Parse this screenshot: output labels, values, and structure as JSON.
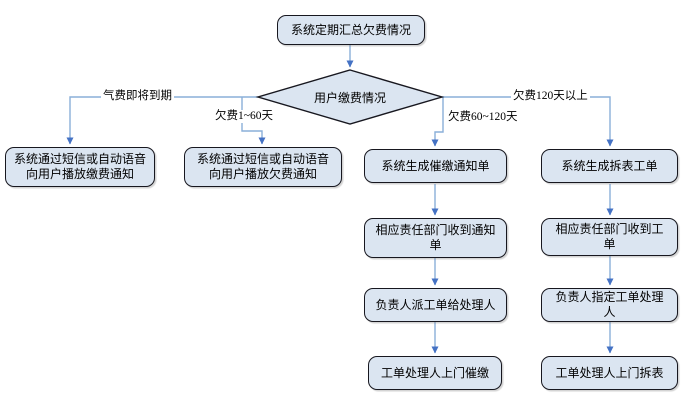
{
  "diagram": {
    "start": "系统定期汇总欠费情况",
    "decision": "用户缴费情况",
    "branch_labels": {
      "expiring": "气费即将到期",
      "days_1_60": "欠费1~60天",
      "days_60_120": "欠费60~120天",
      "days_120_plus": "欠费120天以上"
    },
    "nodes": {
      "notify_payment": "系统通过短信或自动语音向用户播放缴费通知",
      "notify_arrears": "系统通过短信或自动语音向用户播放欠费通知",
      "gen_reminder_notice": "系统生成催缴通知单",
      "dept_receive_notice": "相应责任部门收到通知单",
      "assign_order_to_handler": "负责人派工单给处理人",
      "handler_door_urge": "工单处理人上门催缴",
      "gen_removal_order": "系统生成拆表工单",
      "dept_receive_order": "相应责任部门收到工单",
      "designate_order_handler": "负责人指定工单处理人",
      "handler_door_removal": "工单处理人上门拆表"
    },
    "colors": {
      "node_fill": "#dbe5f1",
      "node_border": "#17171f",
      "line": "#8aafd9",
      "arrow": "#4472c4"
    }
  }
}
